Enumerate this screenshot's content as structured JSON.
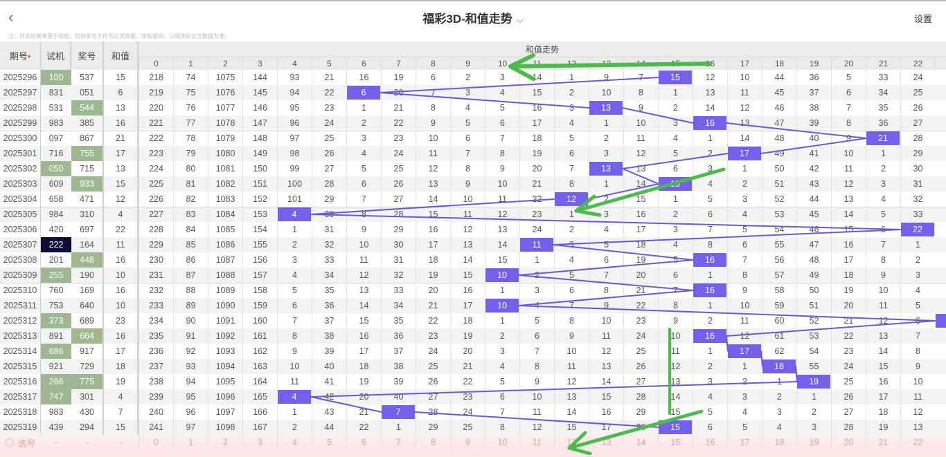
{
  "header": {
    "title": "福彩3D-和值走势",
    "settings_label": "设置",
    "back_icon": "chevron-left",
    "title_dropdown_icon": "chevron-down"
  },
  "notice": "注：开奖结果来源于网络，仅供参考不作为兑奖依据，如有疑问，以福体彩官方数据为准。",
  "table": {
    "columns": {
      "period": "期号",
      "test": "试机",
      "draw": "奖号",
      "sum": "和值",
      "trend_group": "和值走势"
    },
    "trend_columns": [
      "0",
      "1",
      "2",
      "3",
      "4",
      "5",
      "6",
      "7",
      "8",
      "9",
      "10",
      "11",
      "12",
      "13",
      "14",
      "15",
      "16",
      "17",
      "18",
      "19",
      "20",
      "21",
      "22"
    ],
    "colors": {
      "hit": "#7360ec",
      "line": "#6a58d8",
      "green_highlight": "#9db891",
      "navy_highlight": "#0d0d3a",
      "annotation_arrow": "#4cbb4c"
    },
    "rows": [
      {
        "period": "2025296",
        "test": "100",
        "draw": "537",
        "sum": 15,
        "test_hl": "green",
        "draw_hl": "",
        "values": [
          218,
          74,
          1075,
          144,
          93,
          21,
          16,
          19,
          6,
          2,
          3,
          14,
          1,
          9,
          7,
          15,
          12,
          10,
          44,
          36,
          5,
          33,
          24
        ]
      },
      {
        "period": "2025297",
        "test": "831",
        "draw": "051",
        "sum": 6,
        "test_hl": "",
        "draw_hl": "",
        "values": [
          219,
          75,
          1076,
          145,
          94,
          22,
          6,
          20,
          7,
          3,
          4,
          15,
          2,
          10,
          8,
          1,
          13,
          11,
          45,
          37,
          6,
          34,
          25
        ]
      },
      {
        "period": "2025298",
        "test": "531",
        "draw": "544",
        "sum": 13,
        "test_hl": "",
        "draw_hl": "green",
        "values": [
          220,
          76,
          1077,
          146,
          95,
          23,
          1,
          21,
          8,
          4,
          5,
          16,
          3,
          13,
          9,
          2,
          14,
          12,
          46,
          38,
          7,
          35,
          26
        ]
      },
      {
        "period": "2025299",
        "test": "983",
        "draw": "385",
        "sum": 16,
        "test_hl": "",
        "draw_hl": "",
        "values": [
          221,
          77,
          1078,
          147,
          96,
          24,
          2,
          22,
          9,
          5,
          6,
          17,
          4,
          1,
          10,
          3,
          16,
          13,
          47,
          39,
          8,
          36,
          27
        ]
      },
      {
        "period": "2025300",
        "test": "097",
        "draw": "867",
        "sum": 21,
        "test_hl": "",
        "draw_hl": "",
        "values": [
          222,
          78,
          1079,
          148,
          97,
          25,
          3,
          23,
          10,
          6,
          7,
          18,
          5,
          2,
          11,
          4,
          1,
          14,
          48,
          40,
          9,
          21,
          28
        ]
      },
      {
        "period": "2025301",
        "test": "716",
        "draw": "755",
        "sum": 17,
        "test_hl": "",
        "draw_hl": "green",
        "values": [
          223,
          79,
          1080,
          149,
          98,
          26,
          4,
          24,
          11,
          7,
          8,
          19,
          6,
          3,
          12,
          5,
          2,
          17,
          49,
          41,
          10,
          1,
          29
        ]
      },
      {
        "period": "2025302",
        "test": "050",
        "draw": "715",
        "sum": 13,
        "test_hl": "green",
        "draw_hl": "",
        "values": [
          224,
          80,
          1081,
          150,
          99,
          27,
          5,
          25,
          12,
          8,
          9,
          20,
          7,
          13,
          13,
          6,
          3,
          1,
          50,
          42,
          11,
          2,
          30
        ]
      },
      {
        "period": "2025303",
        "test": "609",
        "draw": "933",
        "sum": 15,
        "test_hl": "",
        "draw_hl": "green",
        "values": [
          225,
          81,
          1082,
          151,
          100,
          28,
          6,
          26,
          13,
          9,
          10,
          21,
          8,
          1,
          14,
          15,
          4,
          2,
          51,
          43,
          12,
          3,
          31
        ]
      },
      {
        "period": "2025304",
        "test": "658",
        "draw": "471",
        "sum": 12,
        "test_hl": "",
        "draw_hl": "",
        "values": [
          226,
          82,
          1083,
          152,
          101,
          29,
          7,
          27,
          14,
          10,
          11,
          22,
          12,
          2,
          15,
          1,
          5,
          3,
          52,
          44,
          13,
          4,
          32
        ]
      },
      {
        "period": "2025305",
        "test": "984",
        "draw": "310",
        "sum": 4,
        "test_hl": "",
        "draw_hl": "",
        "values": [
          227,
          83,
          1084,
          153,
          4,
          30,
          8,
          28,
          15,
          11,
          12,
          23,
          1,
          3,
          16,
          2,
          6,
          4,
          53,
          45,
          14,
          5,
          33
        ]
      },
      {
        "period": "2025306",
        "test": "420",
        "draw": "697",
        "sum": 22,
        "test_hl": "",
        "draw_hl": "",
        "values": [
          228,
          84,
          1085,
          154,
          1,
          31,
          9,
          29,
          16,
          12,
          13,
          24,
          2,
          4,
          17,
          3,
          7,
          5,
          54,
          46,
          15,
          6,
          22
        ]
      },
      {
        "period": "2025307",
        "test": "222",
        "draw": "164",
        "sum": 11,
        "test_hl": "navy",
        "draw_hl": "",
        "values": [
          229,
          85,
          1086,
          155,
          2,
          32,
          10,
          30,
          17,
          13,
          14,
          11,
          3,
          5,
          18,
          4,
          8,
          6,
          55,
          47,
          16,
          7,
          1
        ]
      },
      {
        "period": "2025308",
        "test": "201",
        "draw": "448",
        "sum": 16,
        "test_hl": "",
        "draw_hl": "green",
        "values": [
          230,
          86,
          1087,
          156,
          3,
          33,
          11,
          31,
          18,
          14,
          15,
          1,
          4,
          6,
          19,
          5,
          16,
          7,
          56,
          48,
          17,
          8,
          2
        ]
      },
      {
        "period": "2025309",
        "test": "255",
        "draw": "190",
        "sum": 10,
        "test_hl": "green",
        "draw_hl": "",
        "values": [
          231,
          87,
          1088,
          157,
          4,
          34,
          12,
          32,
          19,
          15,
          10,
          2,
          5,
          7,
          20,
          6,
          1,
          8,
          57,
          49,
          18,
          9,
          3
        ]
      },
      {
        "period": "2025310",
        "test": "760",
        "draw": "169",
        "sum": 16,
        "test_hl": "",
        "draw_hl": "",
        "values": [
          232,
          88,
          1089,
          158,
          5,
          35,
          13,
          33,
          20,
          16,
          1,
          3,
          6,
          8,
          21,
          7,
          16,
          9,
          58,
          50,
          19,
          10,
          4
        ]
      },
      {
        "period": "2025311",
        "test": "753",
        "draw": "640",
        "sum": 10,
        "test_hl": "",
        "draw_hl": "",
        "values": [
          233,
          89,
          1090,
          159,
          6,
          36,
          14,
          34,
          21,
          17,
          10,
          4,
          7,
          9,
          22,
          8,
          1,
          10,
          59,
          51,
          20,
          11,
          5
        ]
      },
      {
        "period": "2025312",
        "test": "373",
        "draw": "689",
        "sum": 23,
        "test_hl": "green",
        "draw_hl": "",
        "values": [
          234,
          90,
          1091,
          160,
          7,
          37,
          15,
          35,
          22,
          18,
          1,
          5,
          8,
          10,
          23,
          9,
          2,
          11,
          60,
          52,
          21,
          12,
          6
        ]
      },
      {
        "period": "2025313",
        "test": "891",
        "draw": "664",
        "sum": 16,
        "test_hl": "",
        "draw_hl": "green",
        "values": [
          235,
          91,
          1092,
          161,
          8,
          38,
          16,
          36,
          23,
          19,
          2,
          6,
          9,
          11,
          24,
          10,
          16,
          12,
          61,
          53,
          22,
          13,
          7
        ]
      },
      {
        "period": "2025314",
        "test": "686",
        "draw": "917",
        "sum": 17,
        "test_hl": "green",
        "draw_hl": "",
        "values": [
          236,
          92,
          1093,
          162,
          9,
          39,
          17,
          37,
          24,
          20,
          3,
          7,
          10,
          12,
          25,
          11,
          1,
          17,
          62,
          54,
          23,
          14,
          8
        ]
      },
      {
        "period": "2025315",
        "test": "921",
        "draw": "729",
        "sum": 18,
        "test_hl": "",
        "draw_hl": "",
        "values": [
          237,
          93,
          1094,
          163,
          10,
          40,
          18,
          38,
          25,
          21,
          4,
          8,
          11,
          13,
          26,
          12,
          2,
          1,
          18,
          55,
          24,
          15,
          9
        ]
      },
      {
        "period": "2025316",
        "test": "266",
        "draw": "775",
        "sum": 19,
        "test_hl": "green",
        "draw_hl": "green",
        "values": [
          238,
          94,
          1095,
          164,
          11,
          41,
          19,
          39,
          26,
          22,
          5,
          9,
          12,
          14,
          27,
          13,
          3,
          2,
          1,
          19,
          25,
          16,
          10
        ]
      },
      {
        "period": "2025317",
        "test": "747",
        "draw": "301",
        "sum": 4,
        "test_hl": "green",
        "draw_hl": "",
        "values": [
          239,
          95,
          1096,
          165,
          4,
          42,
          20,
          40,
          27,
          23,
          6,
          10,
          13,
          15,
          28,
          14,
          4,
          3,
          2,
          1,
          26,
          17,
          11
        ]
      },
      {
        "period": "2025318",
        "test": "983",
        "draw": "430",
        "sum": 7,
        "test_hl": "",
        "draw_hl": "",
        "values": [
          240,
          96,
          1097,
          166,
          1,
          43,
          21,
          7,
          28,
          24,
          7,
          11,
          14,
          16,
          29,
          15,
          5,
          4,
          3,
          2,
          27,
          18,
          12
        ]
      },
      {
        "period": "2025319",
        "test": "439",
        "draw": "294",
        "sum": 15,
        "test_hl": "",
        "draw_hl": "",
        "values": [
          241,
          97,
          1098,
          167,
          2,
          44,
          22,
          1,
          29,
          25,
          8,
          12,
          15,
          17,
          30,
          15,
          6,
          5,
          4,
          3,
          28,
          19,
          13
        ]
      }
    ],
    "footer": {
      "label": "选号",
      "test": "-",
      "draw": "-",
      "sum": "-",
      "picks": [
        "0",
        "1",
        "2",
        "3",
        "4",
        "5",
        "6",
        "7",
        "8",
        "9",
        "10",
        "11",
        "12",
        "13",
        "14",
        "15",
        "16",
        "17",
        "18",
        "19",
        "20",
        "21",
        "22"
      ]
    }
  }
}
